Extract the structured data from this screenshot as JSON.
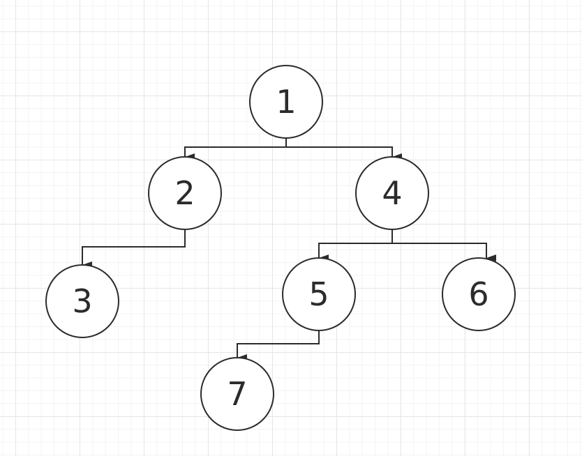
{
  "diagram": {
    "nodes": [
      {
        "id": "1",
        "label": "1"
      },
      {
        "id": "2",
        "label": "2"
      },
      {
        "id": "4",
        "label": "4"
      },
      {
        "id": "3",
        "label": "3"
      },
      {
        "id": "5",
        "label": "5"
      },
      {
        "id": "6",
        "label": "6"
      },
      {
        "id": "7",
        "label": "7"
      }
    ],
    "edges": [
      {
        "from": "1",
        "to": "2"
      },
      {
        "from": "1",
        "to": "4"
      },
      {
        "from": "2",
        "to": "3"
      },
      {
        "from": "4",
        "to": "5"
      },
      {
        "from": "4",
        "to": "6"
      },
      {
        "from": "5",
        "to": "7"
      }
    ],
    "colors": {
      "stroke": "#2b2b2b",
      "fill": "#ffffff",
      "grid": "#e6e6e6"
    }
  }
}
